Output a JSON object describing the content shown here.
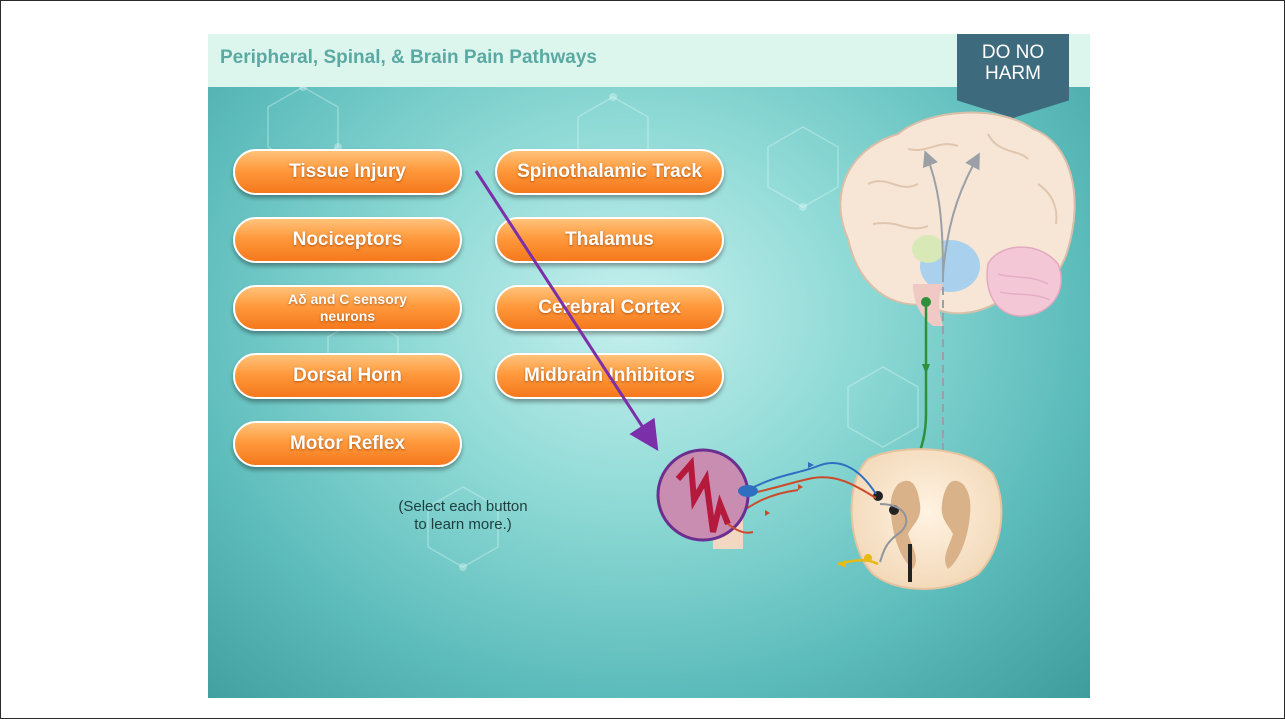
{
  "slide": {
    "title": "Peripheral, Spinal, & Brain Pain Pathways",
    "badge": {
      "line1": "DO NO",
      "line2": "HARM"
    },
    "hint": {
      "line1": "(Select each button",
      "line2": "to learn more.)"
    }
  },
  "buttons_left": [
    {
      "label": "Tissue Injury"
    },
    {
      "label": "Nociceptors"
    },
    {
      "label": "Aδ and C sensory neurons"
    },
    {
      "label": "Dorsal Horn"
    },
    {
      "label": "Motor Reflex"
    }
  ],
  "buttons_right": [
    {
      "label": "Spinothalamic Track"
    },
    {
      "label": "Thalamus"
    },
    {
      "label": "Cerebral Cortex"
    },
    {
      "label": "Midbrain Inhibitors"
    }
  ],
  "colors": {
    "title": "#5aa9a3",
    "badge": "#3d6a7c",
    "button": "#f5781c",
    "arrow": "#7b2fa8"
  }
}
